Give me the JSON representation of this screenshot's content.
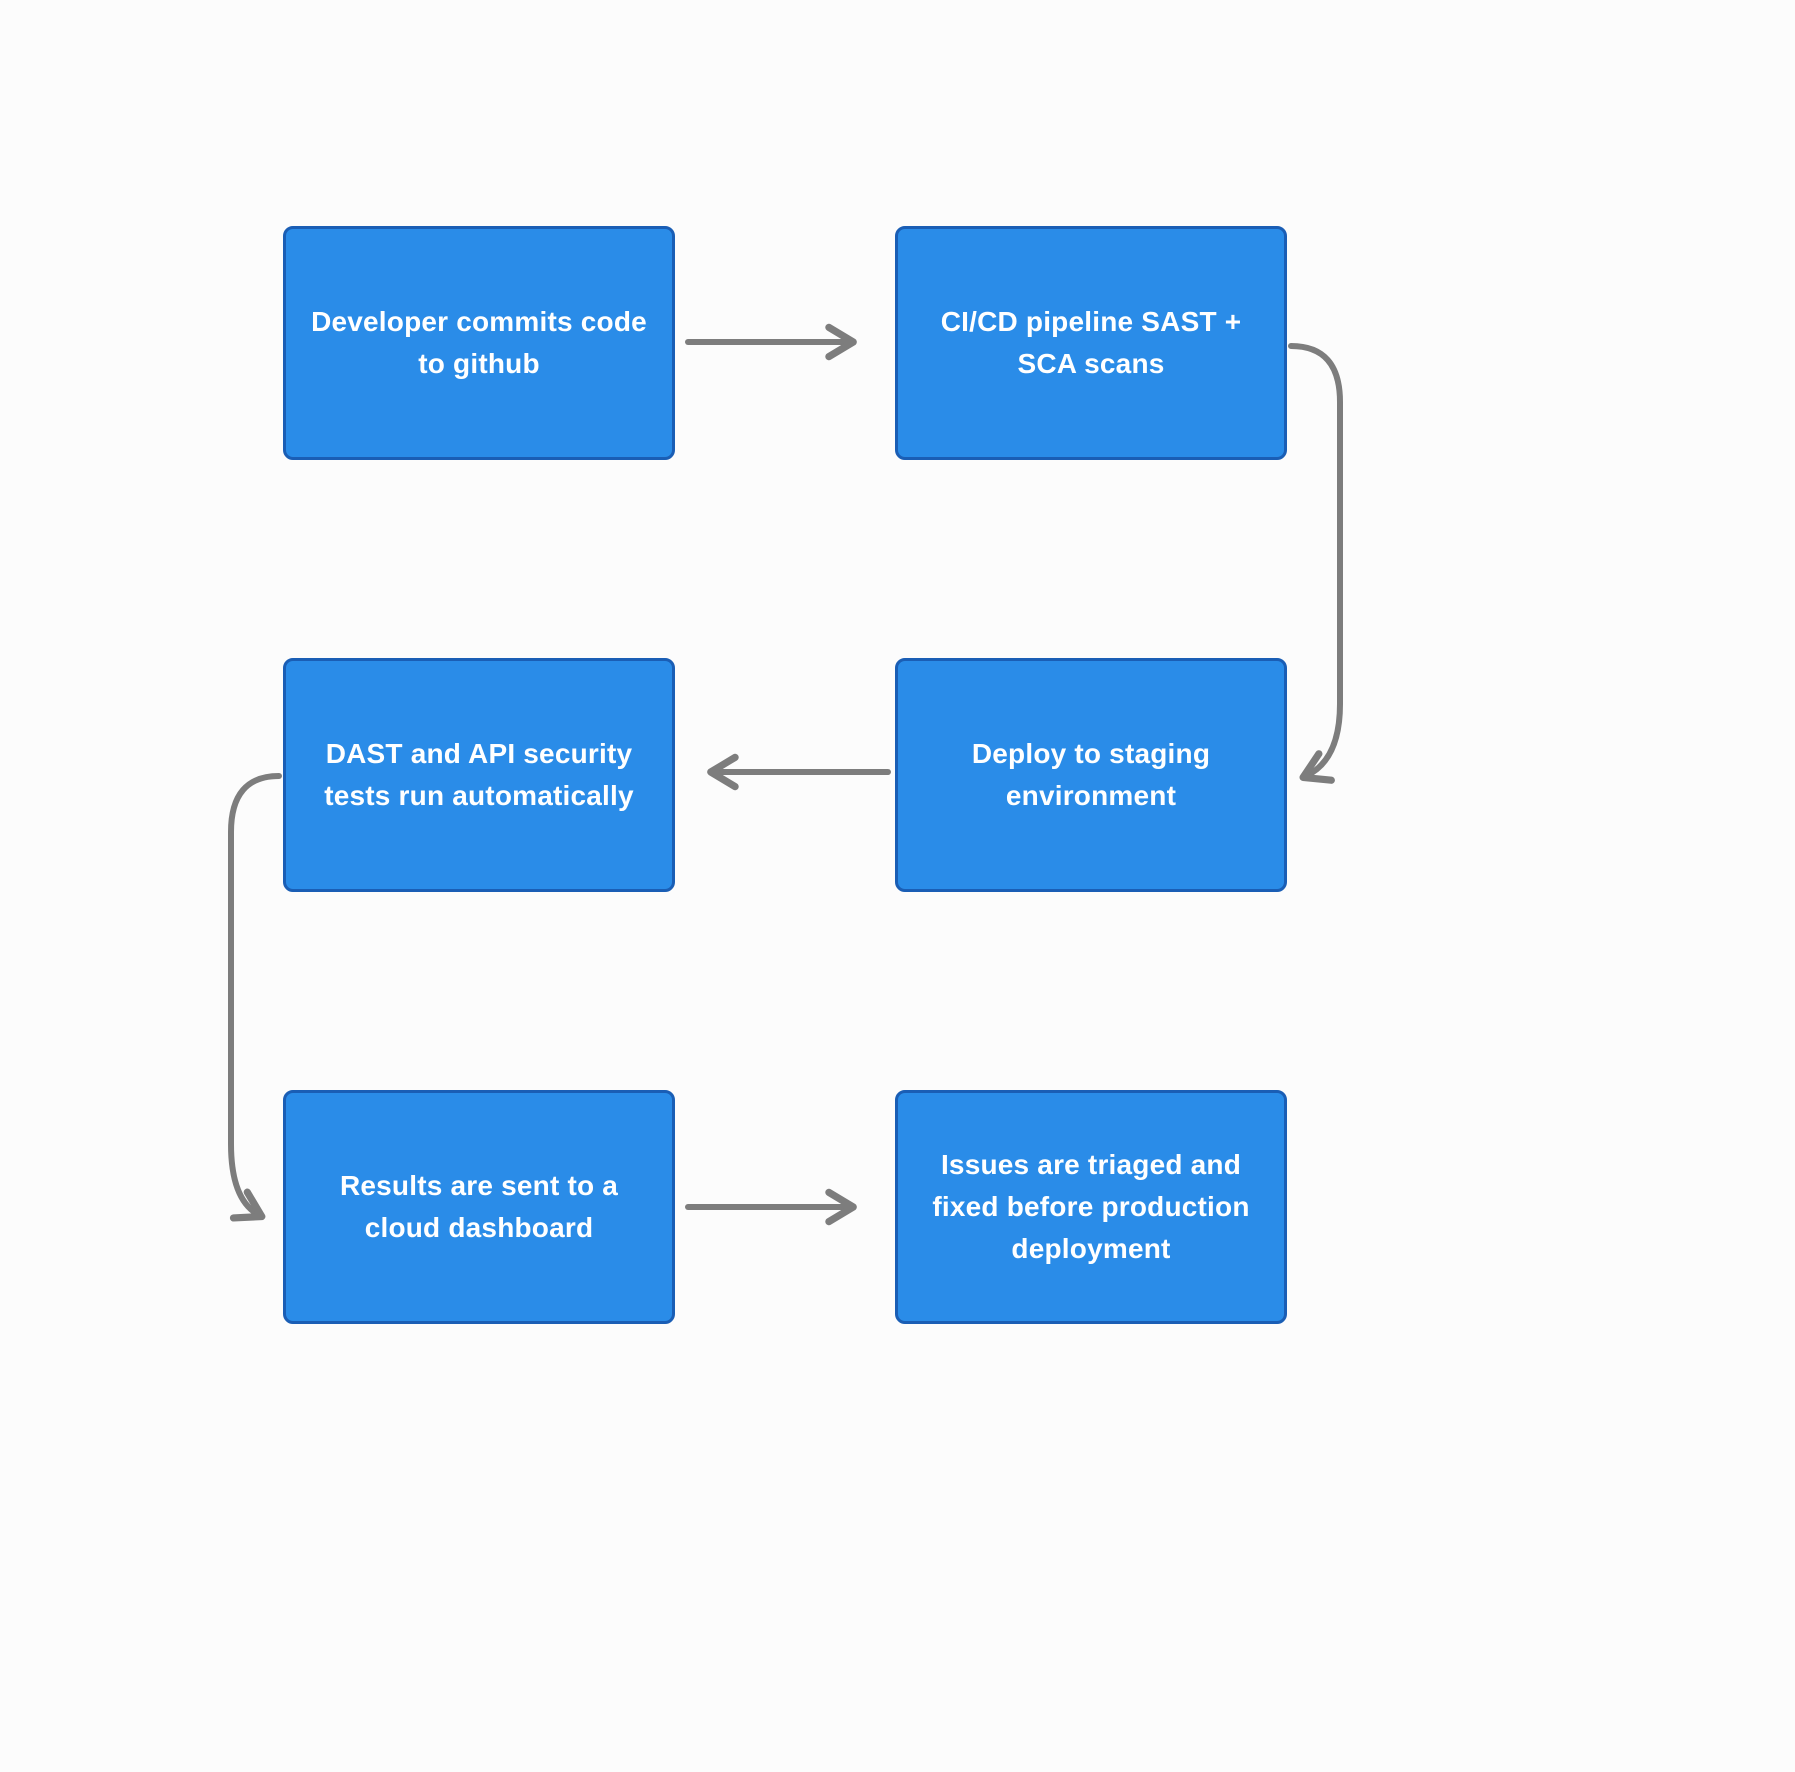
{
  "diagram": {
    "type": "flowchart",
    "nodes": [
      {
        "id": "commit",
        "label": "Developer commits code to github"
      },
      {
        "id": "cicd-scans",
        "label": "CI/CD pipeline SAST + SCA scans"
      },
      {
        "id": "dast-tests",
        "label": "DAST and API security tests run automatically"
      },
      {
        "id": "deploy-staging",
        "label": "Deploy to staging environment"
      },
      {
        "id": "results-dashboard",
        "label": "Results are sent to a cloud dashboard"
      },
      {
        "id": "triage-fix",
        "label": "Issues are triaged and fixed before production deployment"
      }
    ],
    "edges": [
      {
        "from": "commit",
        "to": "cicd-scans"
      },
      {
        "from": "cicd-scans",
        "to": "deploy-staging"
      },
      {
        "from": "deploy-staging",
        "to": "dast-tests"
      },
      {
        "from": "dast-tests",
        "to": "results-dashboard"
      },
      {
        "from": "results-dashboard",
        "to": "triage-fix"
      }
    ],
    "colors": {
      "node_fill": "#2a8ce8",
      "node_border": "#1a5eb5",
      "node_text": "#ffffff",
      "arrow": "#7d7d7d",
      "background": "#fcfcfc"
    }
  }
}
